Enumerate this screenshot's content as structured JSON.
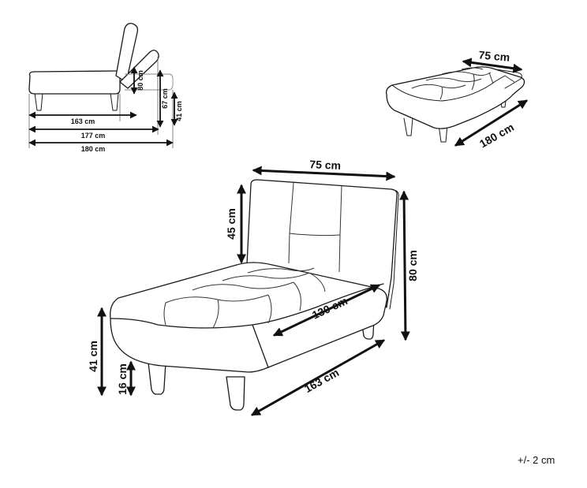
{
  "side_view": {
    "height_folded": "80 cm",
    "height_reclined": "67 cm",
    "height_seat": "41 cm",
    "length_seat": "163 cm",
    "length_reclined": "177 cm",
    "length_flat": "180 cm"
  },
  "flat_view": {
    "width": "75  cm",
    "length": "180 cm"
  },
  "main_view": {
    "width": "75 cm",
    "back_height": "45 cm",
    "total_height": "80 cm",
    "seat_depth": "130 cm",
    "length": "163 cm",
    "seat_height": "41 cm",
    "leg_height": "16 cm"
  },
  "tolerance": "+/- 2 cm"
}
